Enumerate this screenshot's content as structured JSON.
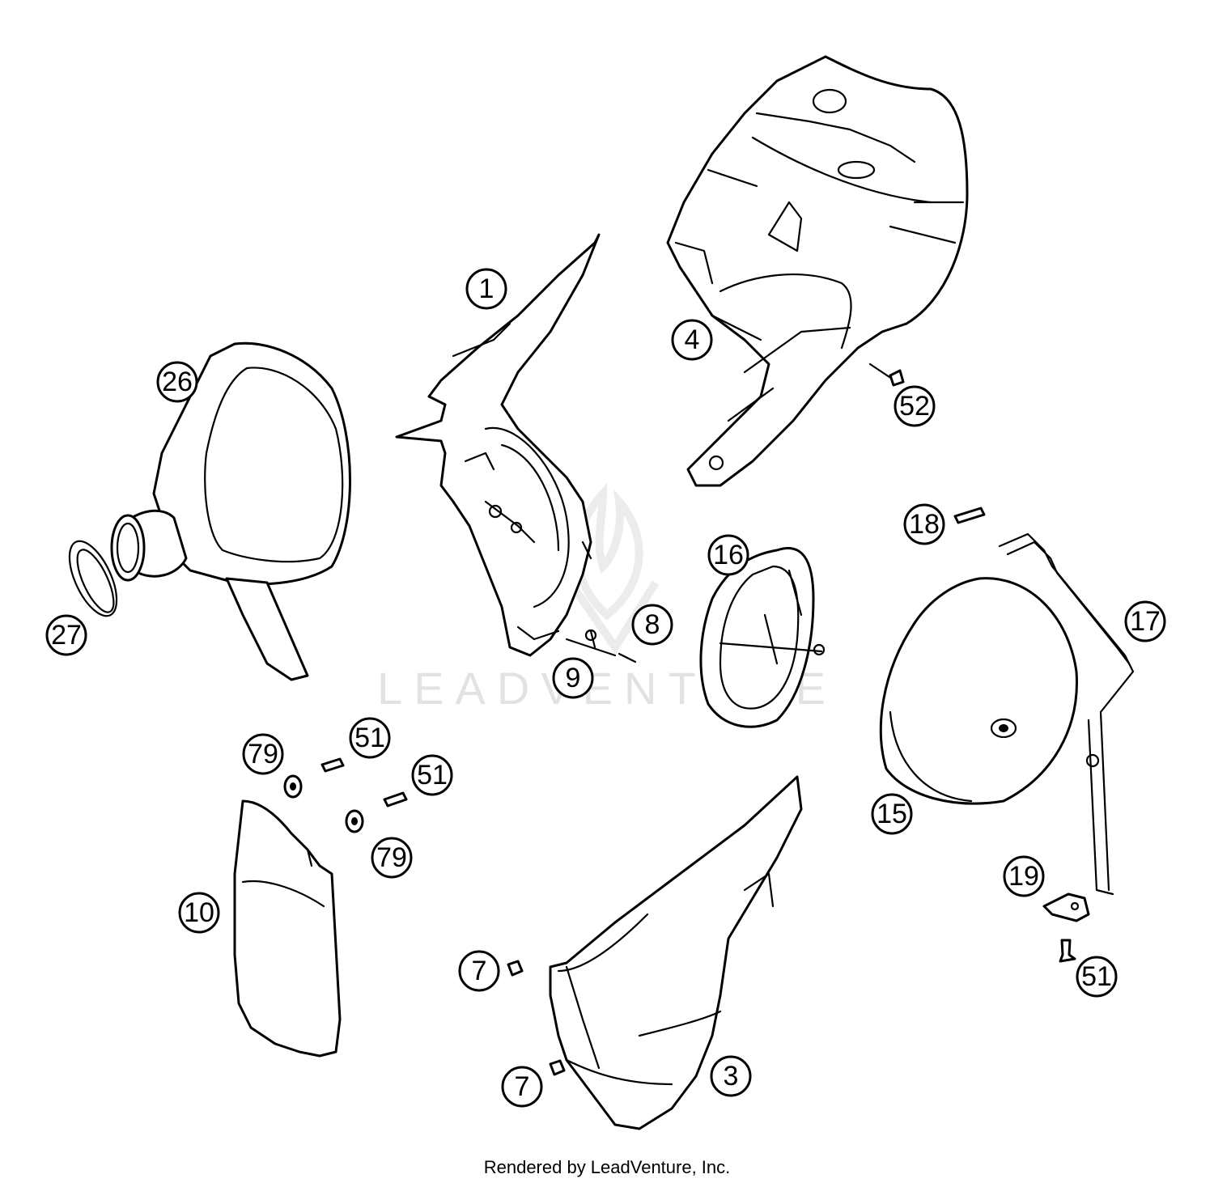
{
  "watermark": {
    "text": "LEADVENTURE"
  },
  "footer": {
    "text": "Rendered by LeadVenture, Inc."
  },
  "callouts": [
    {
      "id": "c1",
      "label": "1"
    },
    {
      "id": "c4",
      "label": "4"
    },
    {
      "id": "c26",
      "label": "26"
    },
    {
      "id": "c52",
      "label": "52"
    },
    {
      "id": "c18",
      "label": "18"
    },
    {
      "id": "c16",
      "label": "16"
    },
    {
      "id": "c17",
      "label": "17"
    },
    {
      "id": "c27",
      "label": "27"
    },
    {
      "id": "c8",
      "label": "8"
    },
    {
      "id": "c9",
      "label": "9"
    },
    {
      "id": "c79a",
      "label": "79"
    },
    {
      "id": "c51a",
      "label": "51"
    },
    {
      "id": "c51b",
      "label": "51"
    },
    {
      "id": "c79b",
      "label": "79"
    },
    {
      "id": "c15",
      "label": "15"
    },
    {
      "id": "c10",
      "label": "10"
    },
    {
      "id": "c19",
      "label": "19"
    },
    {
      "id": "c7a",
      "label": "7"
    },
    {
      "id": "c51c",
      "label": "51"
    },
    {
      "id": "c3",
      "label": "3"
    },
    {
      "id": "c7b",
      "label": "7"
    }
  ]
}
